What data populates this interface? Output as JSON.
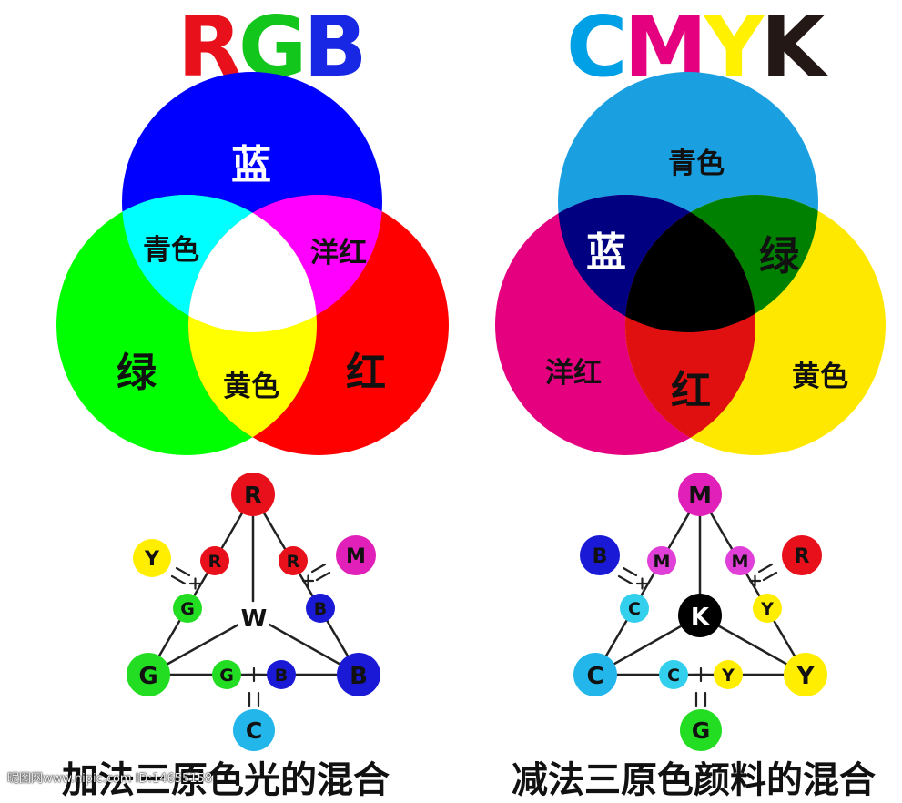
{
  "rgb": {
    "title_letters": [
      {
        "text": "R",
        "color": "#e8101b"
      },
      {
        "text": "G",
        "color": "#13c61b"
      },
      {
        "text": "B",
        "color": "#1727e3"
      }
    ],
    "colors": {
      "red": "#ff0000",
      "green": "#00ff00",
      "blue": "#0000ff",
      "cyan": "#00ffff",
      "magenta": "#ff00ff",
      "yellow": "#ffff00",
      "white": "#ffffff"
    },
    "venn_labels": {
      "blue": "蓝",
      "cyan": "青色",
      "magenta": "洋红",
      "green": "绿",
      "yellow": "黄色",
      "red": "红"
    },
    "triangle": {
      "top": "R",
      "left": "G",
      "right": "B",
      "center": "W",
      "bottom": "C",
      "left_pair": [
        "R",
        "G"
      ],
      "left_result": "Y",
      "right_pair": [
        "R",
        "B"
      ],
      "right_result": "M",
      "bottom_pair": [
        "G",
        "B"
      ]
    },
    "caption": "加法三原色光的混合"
  },
  "cmyk": {
    "title_letters": [
      {
        "text": "C",
        "color": "#00a0e6"
      },
      {
        "text": "M",
        "color": "#e4007f"
      },
      {
        "text": "Y",
        "color": "#fff100"
      },
      {
        "text": "K",
        "color": "#231815"
      }
    ],
    "colors": {
      "cyan": "#1aa0e0",
      "magenta": "#e4007f",
      "yellow": "#ffe800",
      "blue": "#000080",
      "green": "#008000",
      "red": "#e01010",
      "black": "#000000"
    },
    "venn_labels": {
      "cyan": "青色",
      "blue": "蓝",
      "green": "绿",
      "magenta": "洋红",
      "red": "红",
      "yellow": "黄色"
    },
    "triangle": {
      "top": "M",
      "left": "C",
      "right": "Y",
      "center": "K",
      "bottom": "G",
      "left_pair": [
        "M",
        "C"
      ],
      "left_result": "B",
      "right_pair": [
        "M",
        "Y"
      ],
      "right_result": "R",
      "bottom_pair": [
        "C",
        "Y"
      ]
    },
    "caption": "减法三原色颜料的混合"
  },
  "symbols": {
    "plus": "+",
    "equals": "="
  },
  "watermark": "昵图网www.nipic.com  ID:14655158"
}
